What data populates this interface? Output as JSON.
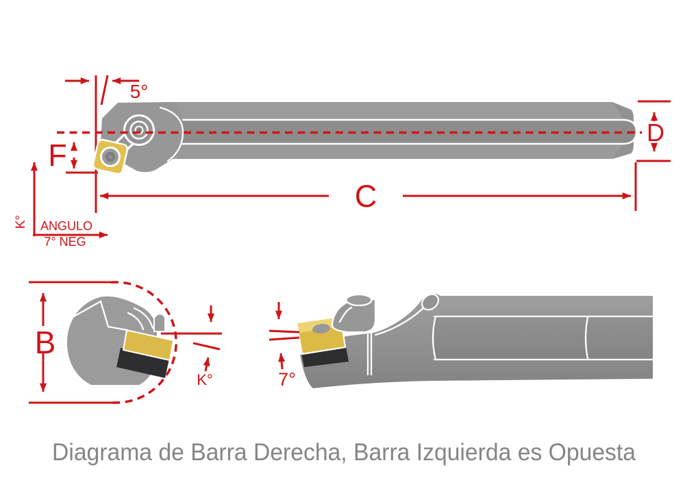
{
  "caption": {
    "text": "Diagrama de Barra Derecha, Barra Izquierda es Opuesta"
  },
  "colors": {
    "annotation_red": "#cf1418",
    "tool_gray": "#9a9a9a",
    "tool_gray_dark": "#8c8c8c",
    "insert_yellow": "#dcba46",
    "insert_yellow_light": "#ecd472",
    "shim_black": "#2d2d2f",
    "caption_gray": "#858585",
    "background": "#ffffff"
  },
  "top_view": {
    "lead_angle_label": "5°",
    "tip_offset_label": "F",
    "length_label": "C",
    "diameter_label": "D",
    "k_axis_label": "K°",
    "angle_word": "ANGULO",
    "angle_value": "7° NEG"
  },
  "end_view": {
    "bore_diameter_label": "B",
    "k_angle_label": "K°"
  },
  "detail_view": {
    "clearance_angle_label": "7°"
  }
}
